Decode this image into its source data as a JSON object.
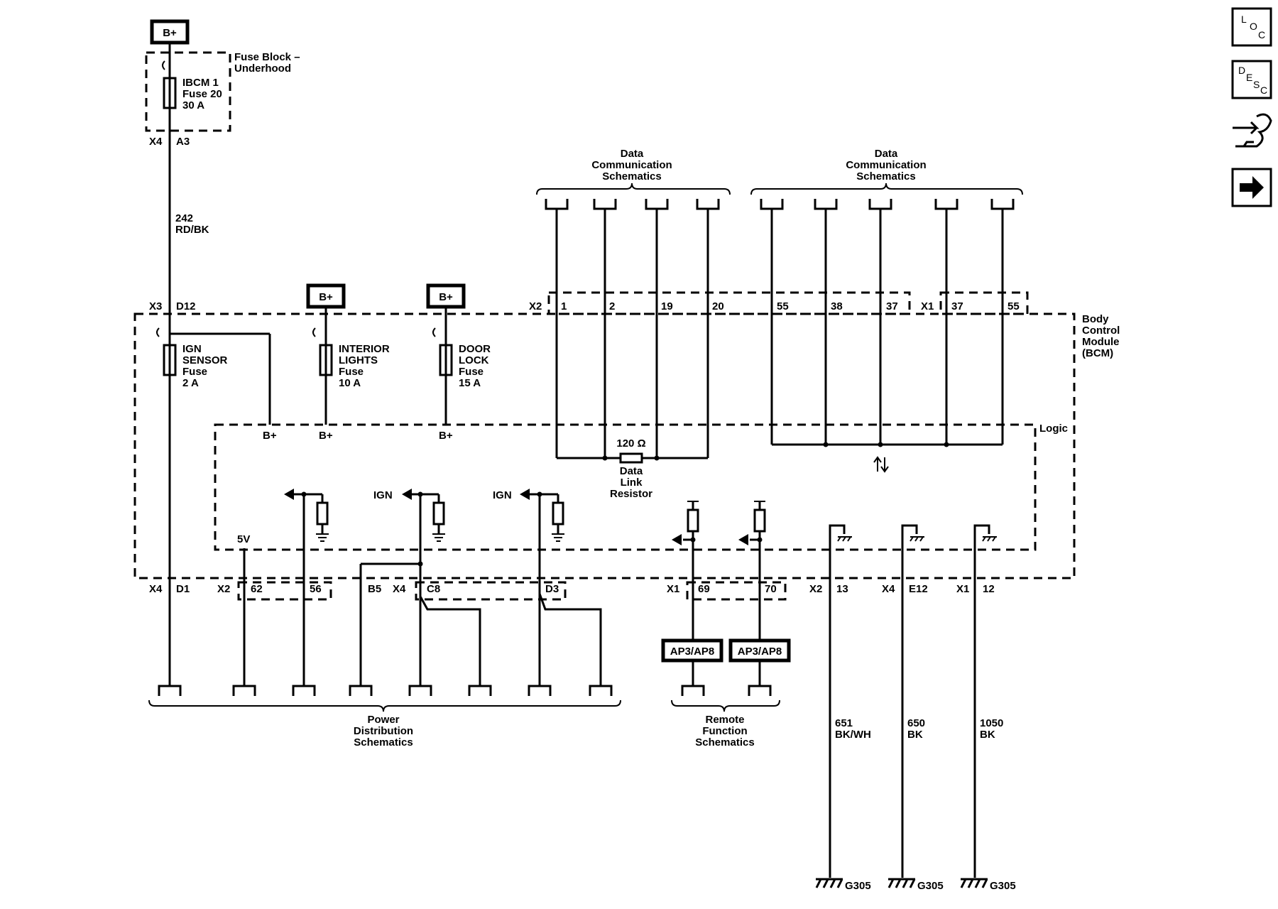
{
  "power_sources": {
    "b_plus": "B+"
  },
  "fuse_block": {
    "label_line1": "Fuse Block –",
    "label_line2": "Underhood"
  },
  "ibcm_fuse": {
    "line1": "IBCM 1",
    "line2": "Fuse 20",
    "line3": "30 A"
  },
  "connectors": {
    "x4": "X4",
    "a3": "A3",
    "x3": "X3",
    "d12": "D12",
    "x2": "X2",
    "x1": "X1",
    "d1": "D1",
    "p62": "62",
    "p56": "56",
    "b5": "B5",
    "c8": "C8",
    "d3": "D3",
    "p69": "69",
    "p70": "70",
    "p13": "13",
    "e12": "E12",
    "p12": "12"
  },
  "wire_242": {
    "num": "242",
    "color": "RD/BK"
  },
  "ign_sensor_fuse": {
    "line1": "IGN",
    "line2": "SENSOR",
    "line3": "Fuse",
    "line4": "2 A"
  },
  "interior_fuse": {
    "line1": "INTERIOR",
    "line2": "LIGHTS",
    "line3": "Fuse",
    "line4": "10 A"
  },
  "door_lock_fuse": {
    "line1": "DOOR",
    "line2": "LOCK",
    "line3": "Fuse",
    "line4": "15 A"
  },
  "data_comm": {
    "line1": "Data",
    "line2": "Communication",
    "line3": "Schematics"
  },
  "x2_pins": [
    "1",
    "2",
    "19",
    "20",
    "55",
    "38",
    "37"
  ],
  "x1_pins": [
    "37",
    "55"
  ],
  "bcm": {
    "line1": "Body",
    "line2": "Control",
    "line3": "Module",
    "line4": "(BCM)"
  },
  "logic": "Logic",
  "resistor": {
    "value": "120 Ω",
    "line1": "Data",
    "line2": "Link",
    "line3": "Resistor"
  },
  "ign": "IGN",
  "five_v": "5V",
  "ap_label": "AP3/AP8",
  "power_dist": {
    "line1": "Power",
    "line2": "Distribution",
    "line3": "Schematics"
  },
  "remote": {
    "line1": "Remote",
    "line2": "Function",
    "line3": "Schematics"
  },
  "ground_wires": [
    {
      "num": "651",
      "color": "BK/WH"
    },
    {
      "num": "650",
      "color": "BK"
    },
    {
      "num": "1050",
      "color": "BK"
    }
  ],
  "ground": "G305",
  "side_icons": {
    "loc": [
      "L",
      "O",
      "C"
    ],
    "desc": [
      "D",
      "E",
      "S",
      "C"
    ]
  }
}
